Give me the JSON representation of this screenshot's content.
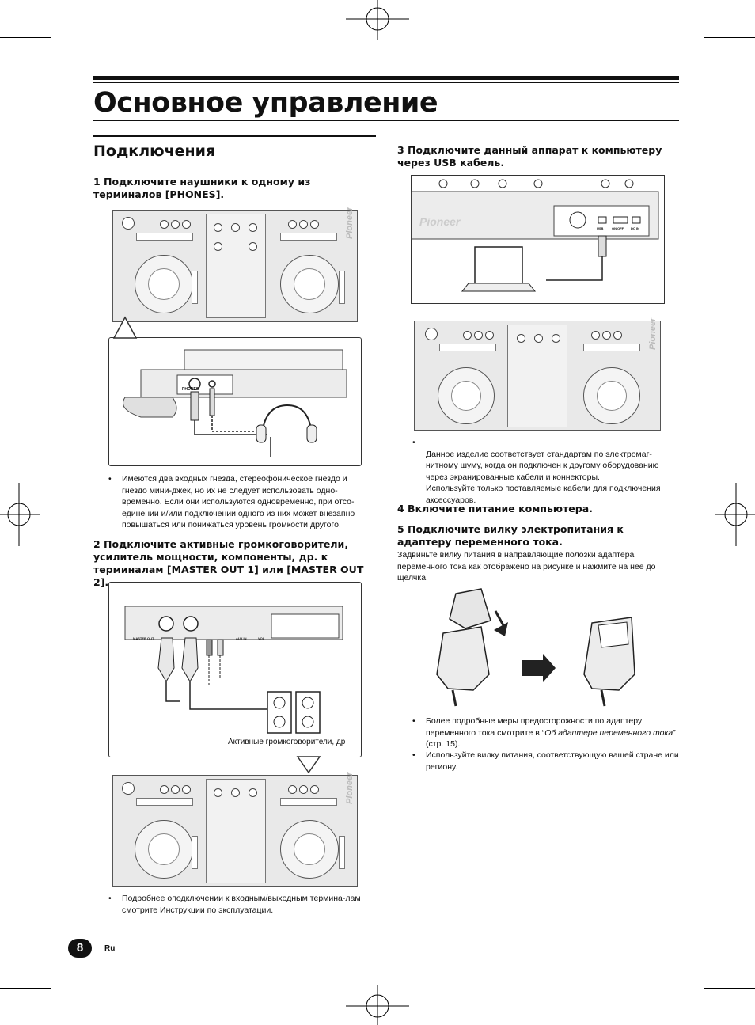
{
  "page": {
    "title": "Основное управление",
    "section_title": "Подключения",
    "page_number": "8",
    "language": "Ru"
  },
  "left_column": {
    "step1_heading": "1   Подключите наушники к одному из терминалов [PHONES].",
    "step1_bullet": "Имеются два входных гнезда, стереофоническое гнездо и гнездо мини-джек, но их не следует использовать одно-временно. Если они используются одновременно, при отсо-единении и/или подключении одного из них может внезапно повышаться или понижаться уровень громкости другого.",
    "phones_label": "PHONES",
    "step2_heading": "2   Подключите активные громкоговорители, усилитель мощности, компоненты, др. к терминалам [MASTER OUT 1] или [MASTER OUT 2].",
    "master_out_label": "MASTER OUT",
    "aux_in_label": "AUX IN",
    "vol_label": "VOL",
    "speakers_caption": "Активные громкоговорители, др",
    "step2_bullet": "Подробнее оподключении к входным/выходным термина-лам смотрите Инструкции по эксплуатации."
  },
  "right_column": {
    "step3_heading": "3   Подключите данный аппарат к компьютеру через USB кабель.",
    "usb_label": "USB",
    "onoff_label": "ON  OFF",
    "dcin_label": "DC IN",
    "step3_bullet": "Данное изделие соответствует стандартам по электромаг-нитному шуму, когда он подключен к другому оборудованию через экранированные кабели и коннекторы.\nИспользуйте только поставляемые кабели для подключения аксессуаров.",
    "step4_heading": "4   Включите питание компьютера.",
    "step5_heading": "5   Подключите вилку электропитания к адаптеру переменного тока.",
    "step5_text": "Задвиньте вилку питания в направляющие полозки адаптера переменного тока как отображено на рисунке и нажмите на нее до щелчка.",
    "bullet_a_pre": "Более подробные меры предосторожности по адаптеру переменного тока смотрите в “",
    "bullet_a_italic": "Об адаптере переменного тока",
    "bullet_a_post": "” (стр. 15).",
    "bullet_b": "Используйте вилку питания, соответствующую вашей стране или региону."
  },
  "device_brand": "Pioneer"
}
